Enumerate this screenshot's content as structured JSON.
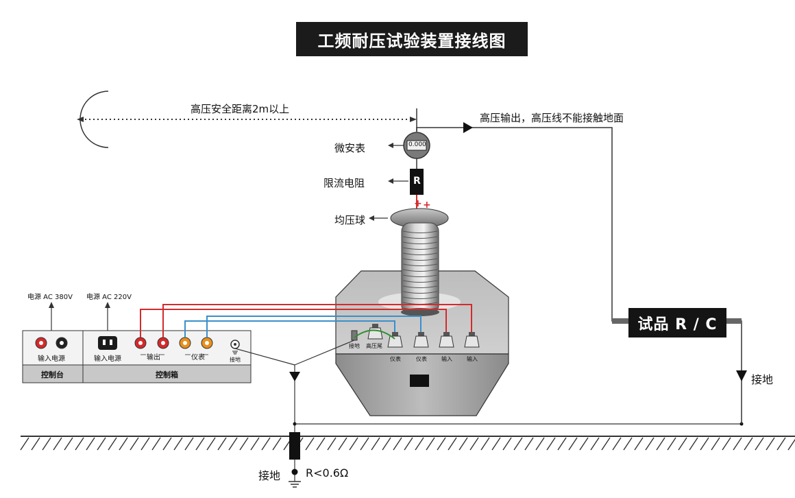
{
  "title": "工频耐压试验装置接线图",
  "labels": {
    "safety_distance": "高压安全距离2m以上",
    "hv_output": "高压输出，高压线不能接触地面",
    "microammeter": "微安表",
    "current_limit_resistor": "限流电阻",
    "grading_ball": "均压球",
    "resistor_letter": "R",
    "meter_reading": "0.000",
    "sample": "试品 R / C",
    "ground_right": "接地",
    "ground_bottom": "接地",
    "ground_resistance": "R<0.6Ω"
  },
  "control_panel": {
    "power_380": "电源 AC 380V",
    "power_220": "电源 AC 220V",
    "input_power_1": "输入电源",
    "input_power_2": "输入电源",
    "output": "输出",
    "meter": "仪表",
    "ground": "接地",
    "console": "控制台",
    "control_box": "控制箱"
  },
  "transformer_terminals": {
    "ground": "接地",
    "hv_tail": "高压尾",
    "meter_1": "仪表",
    "meter_2": "仪表",
    "input_1": "输入",
    "input_2": "输入"
  },
  "colors": {
    "red_wire": "#d42a2a",
    "blue_wire": "#3a8fc9",
    "green_wire": "#2f8f2f",
    "dark": "#1b1b1b"
  }
}
